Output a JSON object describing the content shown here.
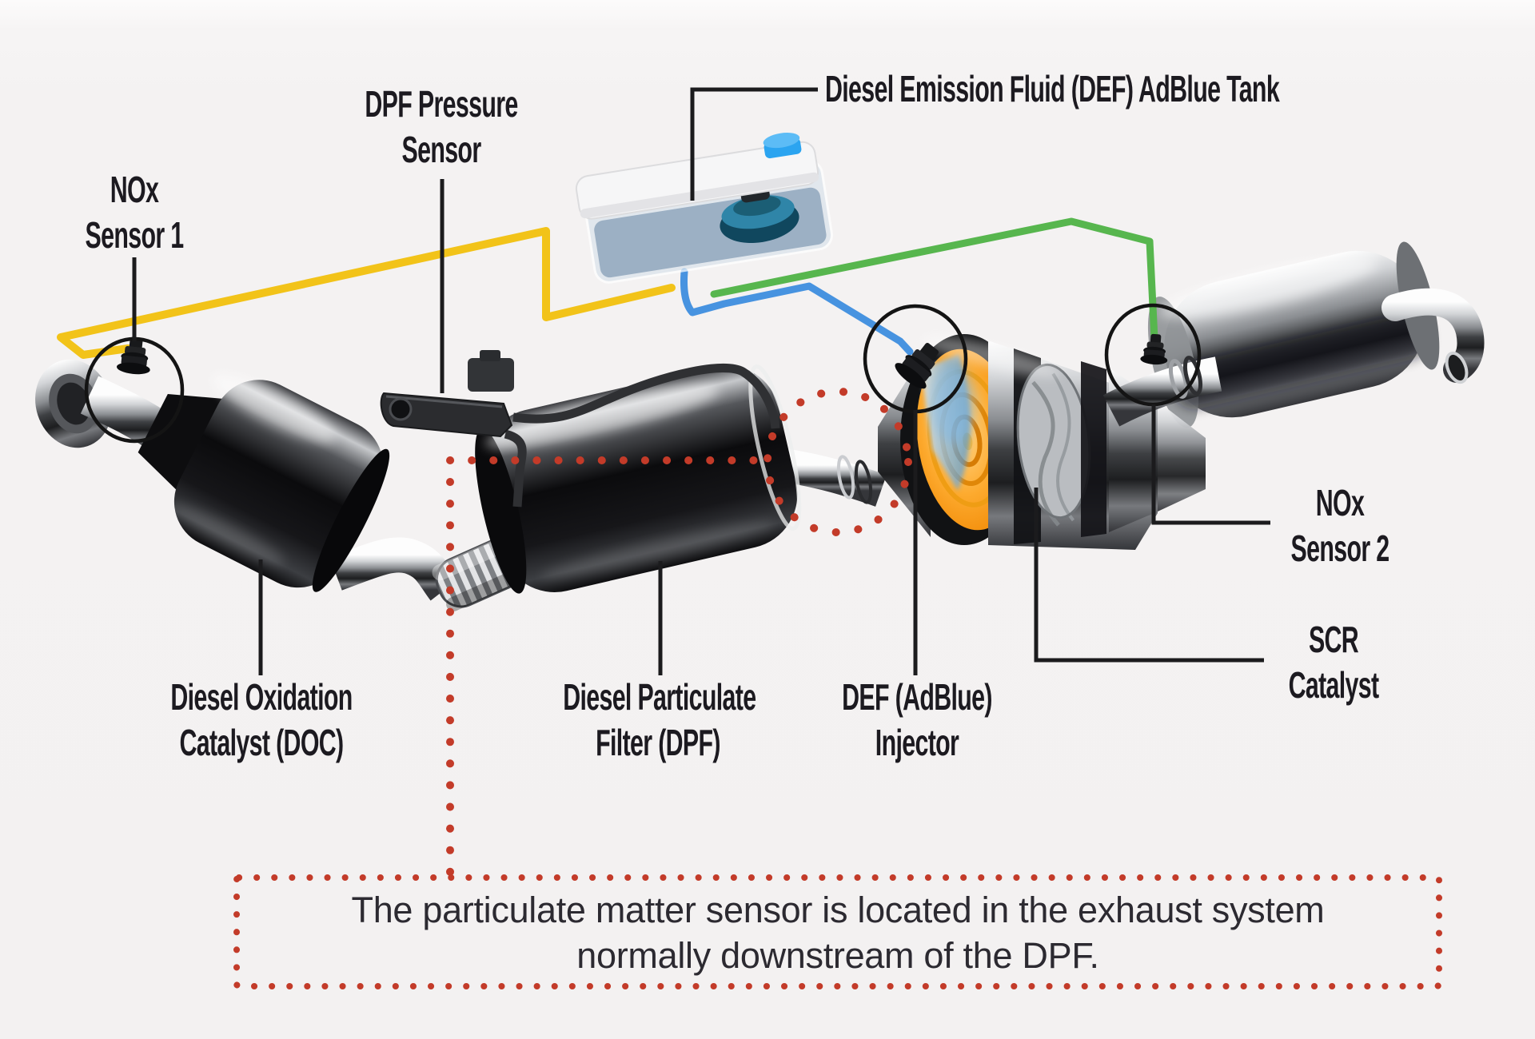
{
  "labels": {
    "nox_sensor_1": {
      "line1": "NOx",
      "line2": "Sensor 1"
    },
    "dpf_pressure_sensor": {
      "line1": "DPF Pressure",
      "line2": "Sensor"
    },
    "def_tank": {
      "text": "Diesel Emission Fluid (DEF) AdBlue Tank"
    },
    "doc": {
      "line1": "Diesel Oxidation",
      "line2": "Catalyst (DOC)"
    },
    "dpf": {
      "line1": "Diesel Particulate",
      "line2": "Filter (DPF)"
    },
    "def_injector": {
      "line1": "DEF (AdBlue)",
      "line2": "Injector"
    },
    "nox_sensor_2": {
      "line1": "NOx",
      "line2": "Sensor 2"
    },
    "scr_catalyst": {
      "line1": "SCR",
      "line2": "Catalyst"
    }
  },
  "note": {
    "line1": "The particulate matter sensor is located in the exhaust system",
    "line2": "normally downstream of the DPF."
  },
  "colors": {
    "background": "#f4f2f2",
    "label_text": "#1c1a20",
    "annotation_red": "#c33b29",
    "wire_yellow": "#f2c319",
    "wire_blue": "#4793e0",
    "wire_green": "#57b64e",
    "leader_black": "#1b1b1d",
    "substrate_orange": "#f59a12",
    "def_cap_blue": "#2ba4f0"
  }
}
